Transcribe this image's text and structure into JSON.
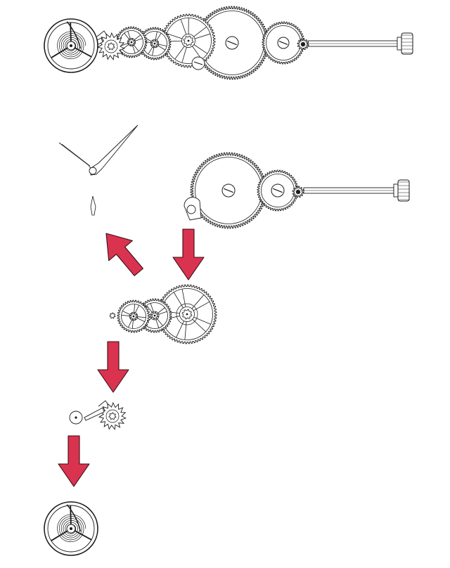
{
  "diagram": {
    "subject": "mechanical-watch-movement-exploded-power-flow",
    "colors": {
      "line": "#1a1a1a",
      "arrow_fill": "#d9334f",
      "arrow_stroke": "#3a0d14",
      "background": "#ffffff"
    },
    "components": [
      "full-movement-assembly",
      "watch-hands",
      "barrel-and-keyless-works",
      "gear-train",
      "escapement",
      "balance-wheel"
    ],
    "arrows": [
      {
        "from": "barrel-and-keyless-works",
        "to": "gear-train",
        "direction": "down"
      },
      {
        "from": "gear-train",
        "to": "watch-hands",
        "direction": "up-left"
      },
      {
        "from": "gear-train",
        "to": "escapement",
        "direction": "down"
      },
      {
        "from": "escapement",
        "to": "balance-wheel",
        "direction": "down"
      }
    ]
  }
}
